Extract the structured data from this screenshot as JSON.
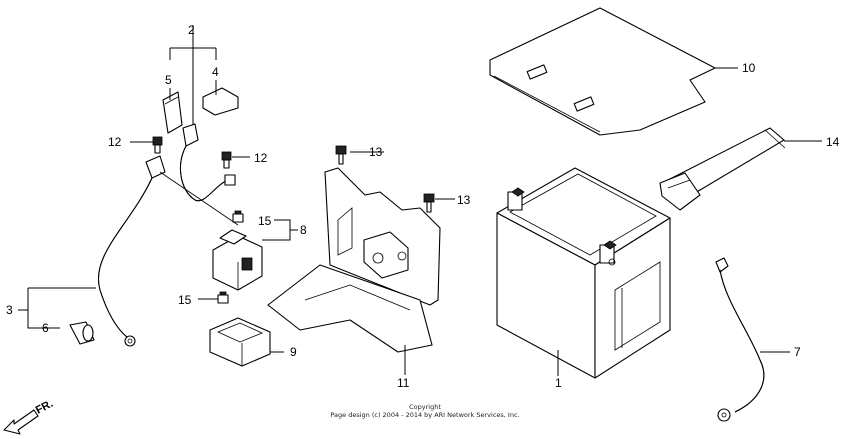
{
  "callouts": {
    "c1": "1",
    "c2": "2",
    "c3": "3",
    "c4": "4",
    "c5": "5",
    "c6": "6",
    "c7": "7",
    "c8": "8",
    "c9": "9",
    "c10": "10",
    "c11": "11",
    "c12a": "12",
    "c12b": "12",
    "c13a": "13",
    "c13b": "13",
    "c14": "14",
    "c15a": "15",
    "c15b": "15"
  },
  "direction_label": "FR.",
  "copyright": {
    "line1": "Copyright",
    "line2": "Page design (c) 2004 - 2014 by ARI Network Services, Inc."
  }
}
